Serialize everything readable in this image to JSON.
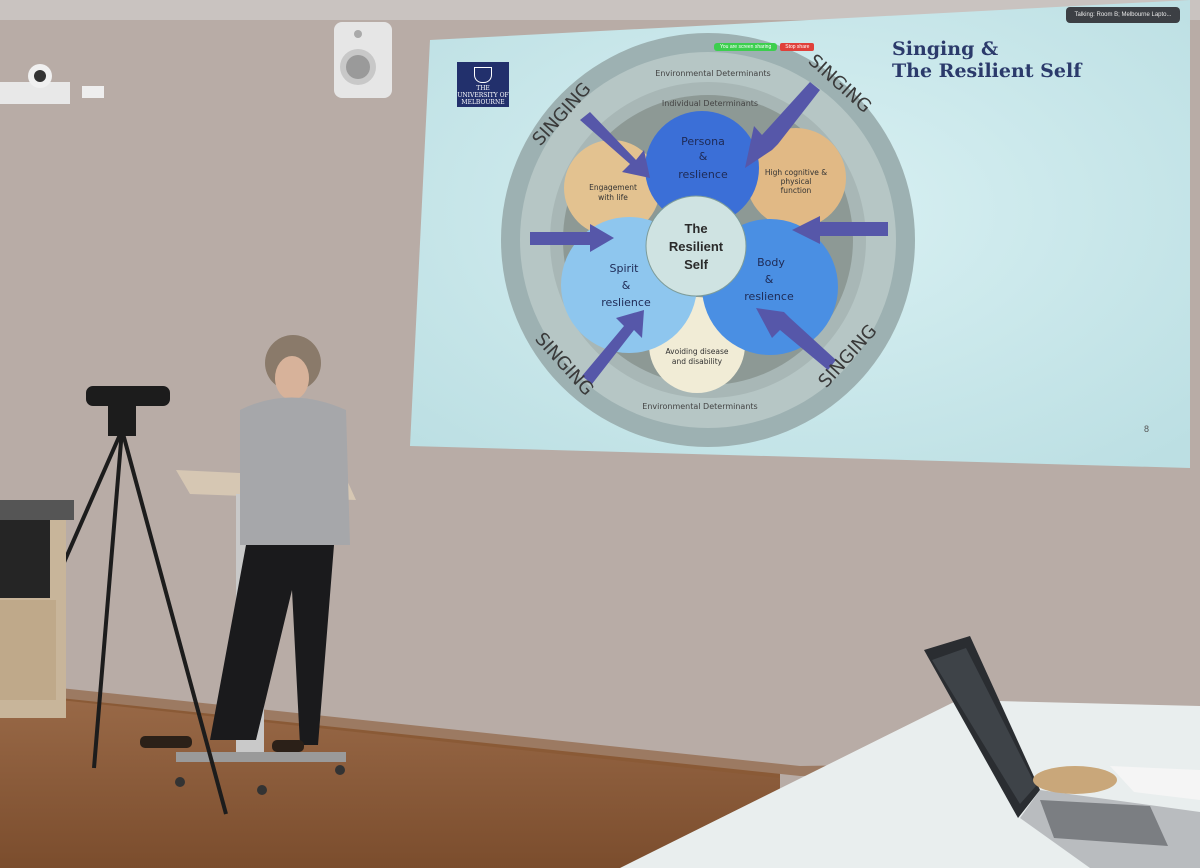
{
  "slide": {
    "title_line1": "Singing &",
    "title_line2": "The Resilient Self",
    "page_number": "8",
    "logo_text": "THE UNIVERSITY OF MELBOURNE"
  },
  "zoom": {
    "sharing_label": "You are screen sharing",
    "stop_label": "Stop share",
    "talking_label": "Talking: Room B; Melbourne Lapto..."
  },
  "diagram": {
    "singing": [
      "SINGING",
      "SINGING",
      "SINGING",
      "SINGING"
    ],
    "env_top": "Environmental Determinants",
    "env_bottom": "Environmental Determinants",
    "individual": "Individual Determinants",
    "center": [
      "The",
      "Resilient",
      "Self"
    ],
    "persona": [
      "Persona",
      "&",
      "reslience"
    ],
    "body": [
      "Body",
      "&",
      "reslience"
    ],
    "spirit": [
      "Spirit",
      "&",
      "reslience"
    ],
    "engagement": [
      "Engagement",
      "with life"
    ],
    "cognitive": [
      "High cognitive &",
      "physical",
      "function"
    ],
    "avoiding": [
      "Avoiding disease",
      "and disability"
    ]
  },
  "colors": {
    "wall": "#b7aaa4",
    "screen": "#cfe9ec",
    "ring_outer": "#9fb3b4",
    "ring_mid": "#b9c8c7",
    "ring_inner": "#8e9a97",
    "persona_blue": "#3e6fd6",
    "body_blue": "#4b8ee2",
    "spirit_blue": "#8cc4ec",
    "tan": "#e5c08f",
    "arrow": "#5a5aa8",
    "floor": "#a86d42"
  }
}
